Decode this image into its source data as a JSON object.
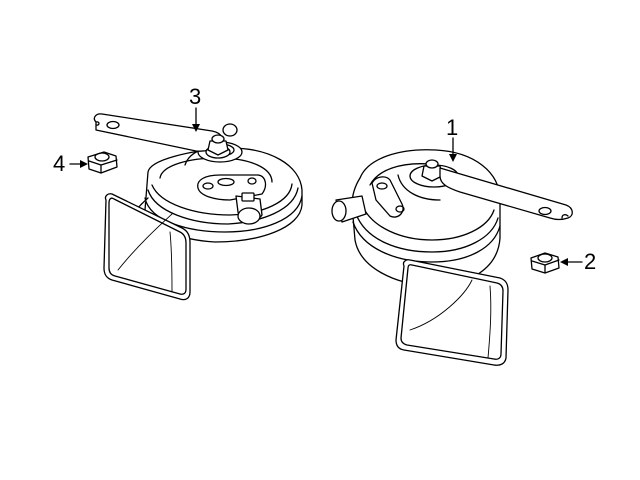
{
  "diagram": {
    "type": "parts-exploded-view",
    "subject": "horn assembly",
    "stroke_color": "#000000",
    "background": "#ffffff",
    "callouts": [
      {
        "id": 1,
        "label": "1",
        "points_to": "right horn with mounting bracket",
        "arrow": "down"
      },
      {
        "id": 2,
        "label": "2",
        "points_to": "hex nut (right)",
        "arrow": "left"
      },
      {
        "id": 3,
        "label": "3",
        "points_to": "left horn with mounting bracket",
        "arrow": "down"
      },
      {
        "id": 4,
        "label": "4",
        "points_to": "hex nut (left)",
        "arrow": "right"
      }
    ]
  }
}
